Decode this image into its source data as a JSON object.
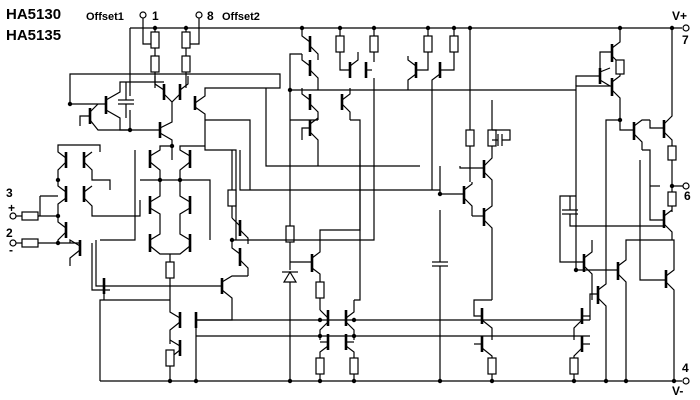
{
  "part_numbers": [
    "HA5130",
    "HA5135"
  ],
  "pins": {
    "offset1": {
      "label": "Offset1",
      "number": "1"
    },
    "offset2": {
      "label": "Offset2",
      "number": "8"
    },
    "vplus": {
      "label": "V+",
      "number": "7"
    },
    "vminus": {
      "label": "V-",
      "number": "4"
    },
    "output": {
      "number": "6"
    },
    "noninverting": {
      "label": "+",
      "number": "3"
    },
    "inverting": {
      "label": "-",
      "number": "2"
    }
  }
}
